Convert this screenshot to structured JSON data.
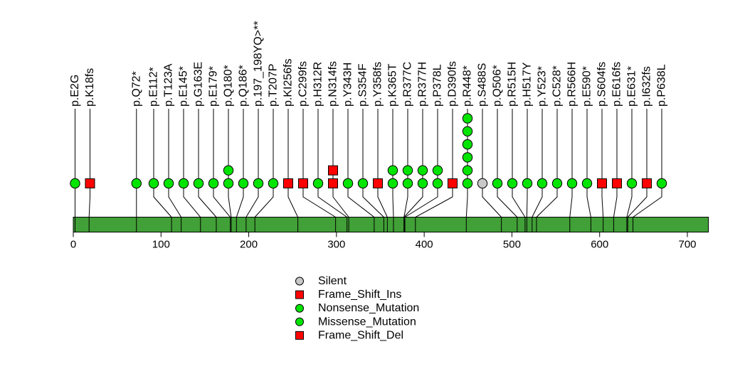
{
  "figure": {
    "background": "#FFFFFF"
  },
  "chart_data": {
    "type": "lollipop",
    "title": "",
    "xlabel": "",
    "ylabel": "",
    "axis": {
      "tick_values": [
        0,
        100,
        200,
        300,
        400,
        500,
        600,
        700
      ],
      "min": 0,
      "max": 724
    },
    "protein_length": 724,
    "colors": {
      "gene_body": "#41A037",
      "green": "#00E400",
      "red": "#FF0000",
      "gray": "#C8C8C8",
      "line": "#000000"
    },
    "marker_styles": {
      "green_circle": {
        "shape": "circle",
        "color": "#00E400"
      },
      "red_square": {
        "shape": "square",
        "color": "#FF0000"
      },
      "gray_circle": {
        "shape": "circle",
        "color": "#C8C8C8"
      }
    },
    "mutations": [
      {
        "label": "p.E2G",
        "pos": 2,
        "count": 1,
        "marker": "green_circle",
        "type": "Missense_Mutation"
      },
      {
        "label": "p.K18fs",
        "pos": 18,
        "count": 1,
        "marker": "red_square",
        "type": "Frame_Shift"
      },
      {
        "label": "p.Q72*",
        "pos": 72,
        "count": 1,
        "marker": "green_circle",
        "type": "Nonsense_Mutation"
      },
      {
        "label": "p.E112*",
        "pos": 112,
        "count": 1,
        "marker": "green_circle",
        "type": "Nonsense_Mutation"
      },
      {
        "label": "p.T123A",
        "pos": 123,
        "count": 1,
        "marker": "green_circle",
        "type": "Missense_Mutation"
      },
      {
        "label": "p.E145*",
        "pos": 145,
        "count": 1,
        "marker": "green_circle",
        "type": "Nonsense_Mutation"
      },
      {
        "label": "p.G163E",
        "pos": 163,
        "count": 1,
        "marker": "green_circle",
        "type": "Missense_Mutation"
      },
      {
        "label": "p.E179*",
        "pos": 179,
        "count": 1,
        "marker": "green_circle",
        "type": "Nonsense_Mutation"
      },
      {
        "label": "p.Q180*",
        "pos": 180,
        "count": 2,
        "marker": "green_circle",
        "type": "Nonsense_Mutation"
      },
      {
        "label": "p.Q186*",
        "pos": 186,
        "count": 1,
        "marker": "green_circle",
        "type": "Nonsense_Mutation"
      },
      {
        "label": "p.197_198YQ>**",
        "pos": 197,
        "count": 1,
        "marker": "green_circle",
        "type": "Nonsense_Mutation"
      },
      {
        "label": "p.T207P",
        "pos": 207,
        "count": 1,
        "marker": "green_circle",
        "type": "Missense_Mutation"
      },
      {
        "label": "p.KI256fs",
        "pos": 256,
        "count": 1,
        "marker": "red_square",
        "type": "Frame_Shift"
      },
      {
        "label": "p.C299fs",
        "pos": 299,
        "count": 1,
        "marker": "red_square",
        "type": "Frame_Shift"
      },
      {
        "label": "p.H312R",
        "pos": 312,
        "count": 1,
        "marker": "green_circle",
        "type": "Missense_Mutation"
      },
      {
        "label": "p.N314fs",
        "pos": 314,
        "count": 2,
        "marker": "red_square",
        "type": "Frame_Shift"
      },
      {
        "label": "p.Y343H",
        "pos": 343,
        "count": 1,
        "marker": "green_circle",
        "type": "Missense_Mutation"
      },
      {
        "label": "p.S354F",
        "pos": 354,
        "count": 1,
        "marker": "green_circle",
        "type": "Missense_Mutation"
      },
      {
        "label": "p.Y358fs",
        "pos": 358,
        "count": 1,
        "marker": "red_square",
        "type": "Frame_Shift"
      },
      {
        "label": "p.K365T",
        "pos": 365,
        "count": 2,
        "marker": "green_circle",
        "type": "Missense_Mutation"
      },
      {
        "label": "p.R377C",
        "pos": 377,
        "count": 2,
        "marker": "green_circle",
        "type": "Missense_Mutation"
      },
      {
        "label": "p.R377H",
        "pos": 377,
        "count": 2,
        "marker": "green_circle",
        "type": "Missense_Mutation"
      },
      {
        "label": "p.P378L",
        "pos": 378,
        "count": 2,
        "marker": "green_circle",
        "type": "Missense_Mutation"
      },
      {
        "label": "p.D390fs",
        "pos": 390,
        "count": 1,
        "marker": "red_square",
        "type": "Frame_Shift"
      },
      {
        "label": "p.R448*",
        "pos": 448,
        "count": 6,
        "marker": "green_circle",
        "type": "Nonsense_Mutation"
      },
      {
        "label": "p.S488S",
        "pos": 488,
        "count": 1,
        "marker": "gray_circle",
        "type": "Silent"
      },
      {
        "label": "p.Q506*",
        "pos": 506,
        "count": 1,
        "marker": "green_circle",
        "type": "Nonsense_Mutation"
      },
      {
        "label": "p.R515H",
        "pos": 515,
        "count": 1,
        "marker": "green_circle",
        "type": "Missense_Mutation"
      },
      {
        "label": "p.H517Y",
        "pos": 517,
        "count": 1,
        "marker": "green_circle",
        "type": "Missense_Mutation"
      },
      {
        "label": "p.Y523*",
        "pos": 523,
        "count": 1,
        "marker": "green_circle",
        "type": "Nonsense_Mutation"
      },
      {
        "label": "p.C528*",
        "pos": 528,
        "count": 1,
        "marker": "green_circle",
        "type": "Nonsense_Mutation"
      },
      {
        "label": "p.R566H",
        "pos": 566,
        "count": 1,
        "marker": "green_circle",
        "type": "Missense_Mutation"
      },
      {
        "label": "p.E590*",
        "pos": 590,
        "count": 1,
        "marker": "green_circle",
        "type": "Nonsense_Mutation"
      },
      {
        "label": "p.S604fs",
        "pos": 604,
        "count": 1,
        "marker": "red_square",
        "type": "Frame_Shift"
      },
      {
        "label": "p.E616fs",
        "pos": 616,
        "count": 1,
        "marker": "red_square",
        "type": "Frame_Shift"
      },
      {
        "label": "p.E631*",
        "pos": 631,
        "count": 1,
        "marker": "green_circle",
        "type": "Nonsense_Mutation"
      },
      {
        "label": "p.I632fs",
        "pos": 632,
        "count": 1,
        "marker": "red_square",
        "type": "Frame_Shift"
      },
      {
        "label": "p.P638L",
        "pos": 638,
        "count": 1,
        "marker": "green_circle",
        "type": "Missense_Mutation"
      }
    ],
    "legend": [
      {
        "label": "Silent",
        "marker": "gray_circle"
      },
      {
        "label": "Frame_Shift_Ins",
        "marker": "red_square"
      },
      {
        "label": "Nonsense_Mutation",
        "marker": "green_circle"
      },
      {
        "label": "Missense_Mutation",
        "marker": "green_circle"
      },
      {
        "label": "Frame_Shift_Del",
        "marker": "red_square"
      }
    ],
    "legend_position": "bottom-center-left",
    "grid": false
  }
}
